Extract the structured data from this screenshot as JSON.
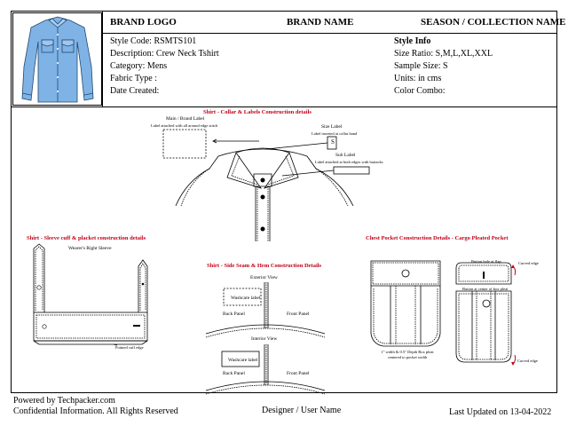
{
  "header": {
    "brand_logo": "BRAND LOGO",
    "brand_name": "BRAND NAME",
    "season": "SEASON / COLLECTION NAME"
  },
  "style": {
    "code": "Style Code: RSMTS101",
    "description": "Description: Crew Neck Tshirt",
    "category": "Category: Mens",
    "fabric": "Fabric Type :",
    "date": "Date Created:"
  },
  "style_info": {
    "title": "Style Info",
    "size_ratio": "Size Ratio: S,M,L,XL,XXL",
    "sample_size": "Sample Size: S",
    "units": "Units: in cms",
    "color_combo": "Color Combo:"
  },
  "sections": {
    "collar": {
      "title": "Shirt - Collar & Labels Construction details",
      "main_label": "Main / Brand Label",
      "main_label_note": "Label attached with all around edge stitch",
      "size_label": "Size Label",
      "size_label_note": "Label inserted at collar band",
      "size_letter": "S",
      "sub_label": "Sub Label",
      "sub_label_note": "Label attached at both edges with bartacks"
    },
    "sleeve": {
      "title": "Shirt - Sleeve cuff & placket construction details",
      "caption": "Wearer's Right Sleeve",
      "cuff_note": "Pointed cuff edge"
    },
    "side_seam": {
      "title": "Shirt - Side Seam & Hem Construction Details",
      "exterior": "Exterior View",
      "interior": "Interior View",
      "washcare": "Washcare label",
      "back_panel": "Back Panel",
      "front_panel": "Front Panel"
    },
    "pocket": {
      "title": "Chest Pocket Construction Details - Cargo Pleated Pocket",
      "button_note": "Button hole at flap",
      "button_center": "Button at center of box pleat",
      "curved_top": "Curved edge",
      "curved_bottom": "Curved edge",
      "pleat_note": "1\" width & 0.5\" Depth Box pleat centered to pocket width"
    }
  },
  "footer": {
    "powered": "Powered by Techpacker.com",
    "confidential": "Confidential Information. All Rights Reserved",
    "designer": "Designer / User Name",
    "updated": "Last Updated on 13-04-2022"
  },
  "colors": {
    "accent_red": "#c00018",
    "shirt_blue": "#7fb3e6"
  }
}
